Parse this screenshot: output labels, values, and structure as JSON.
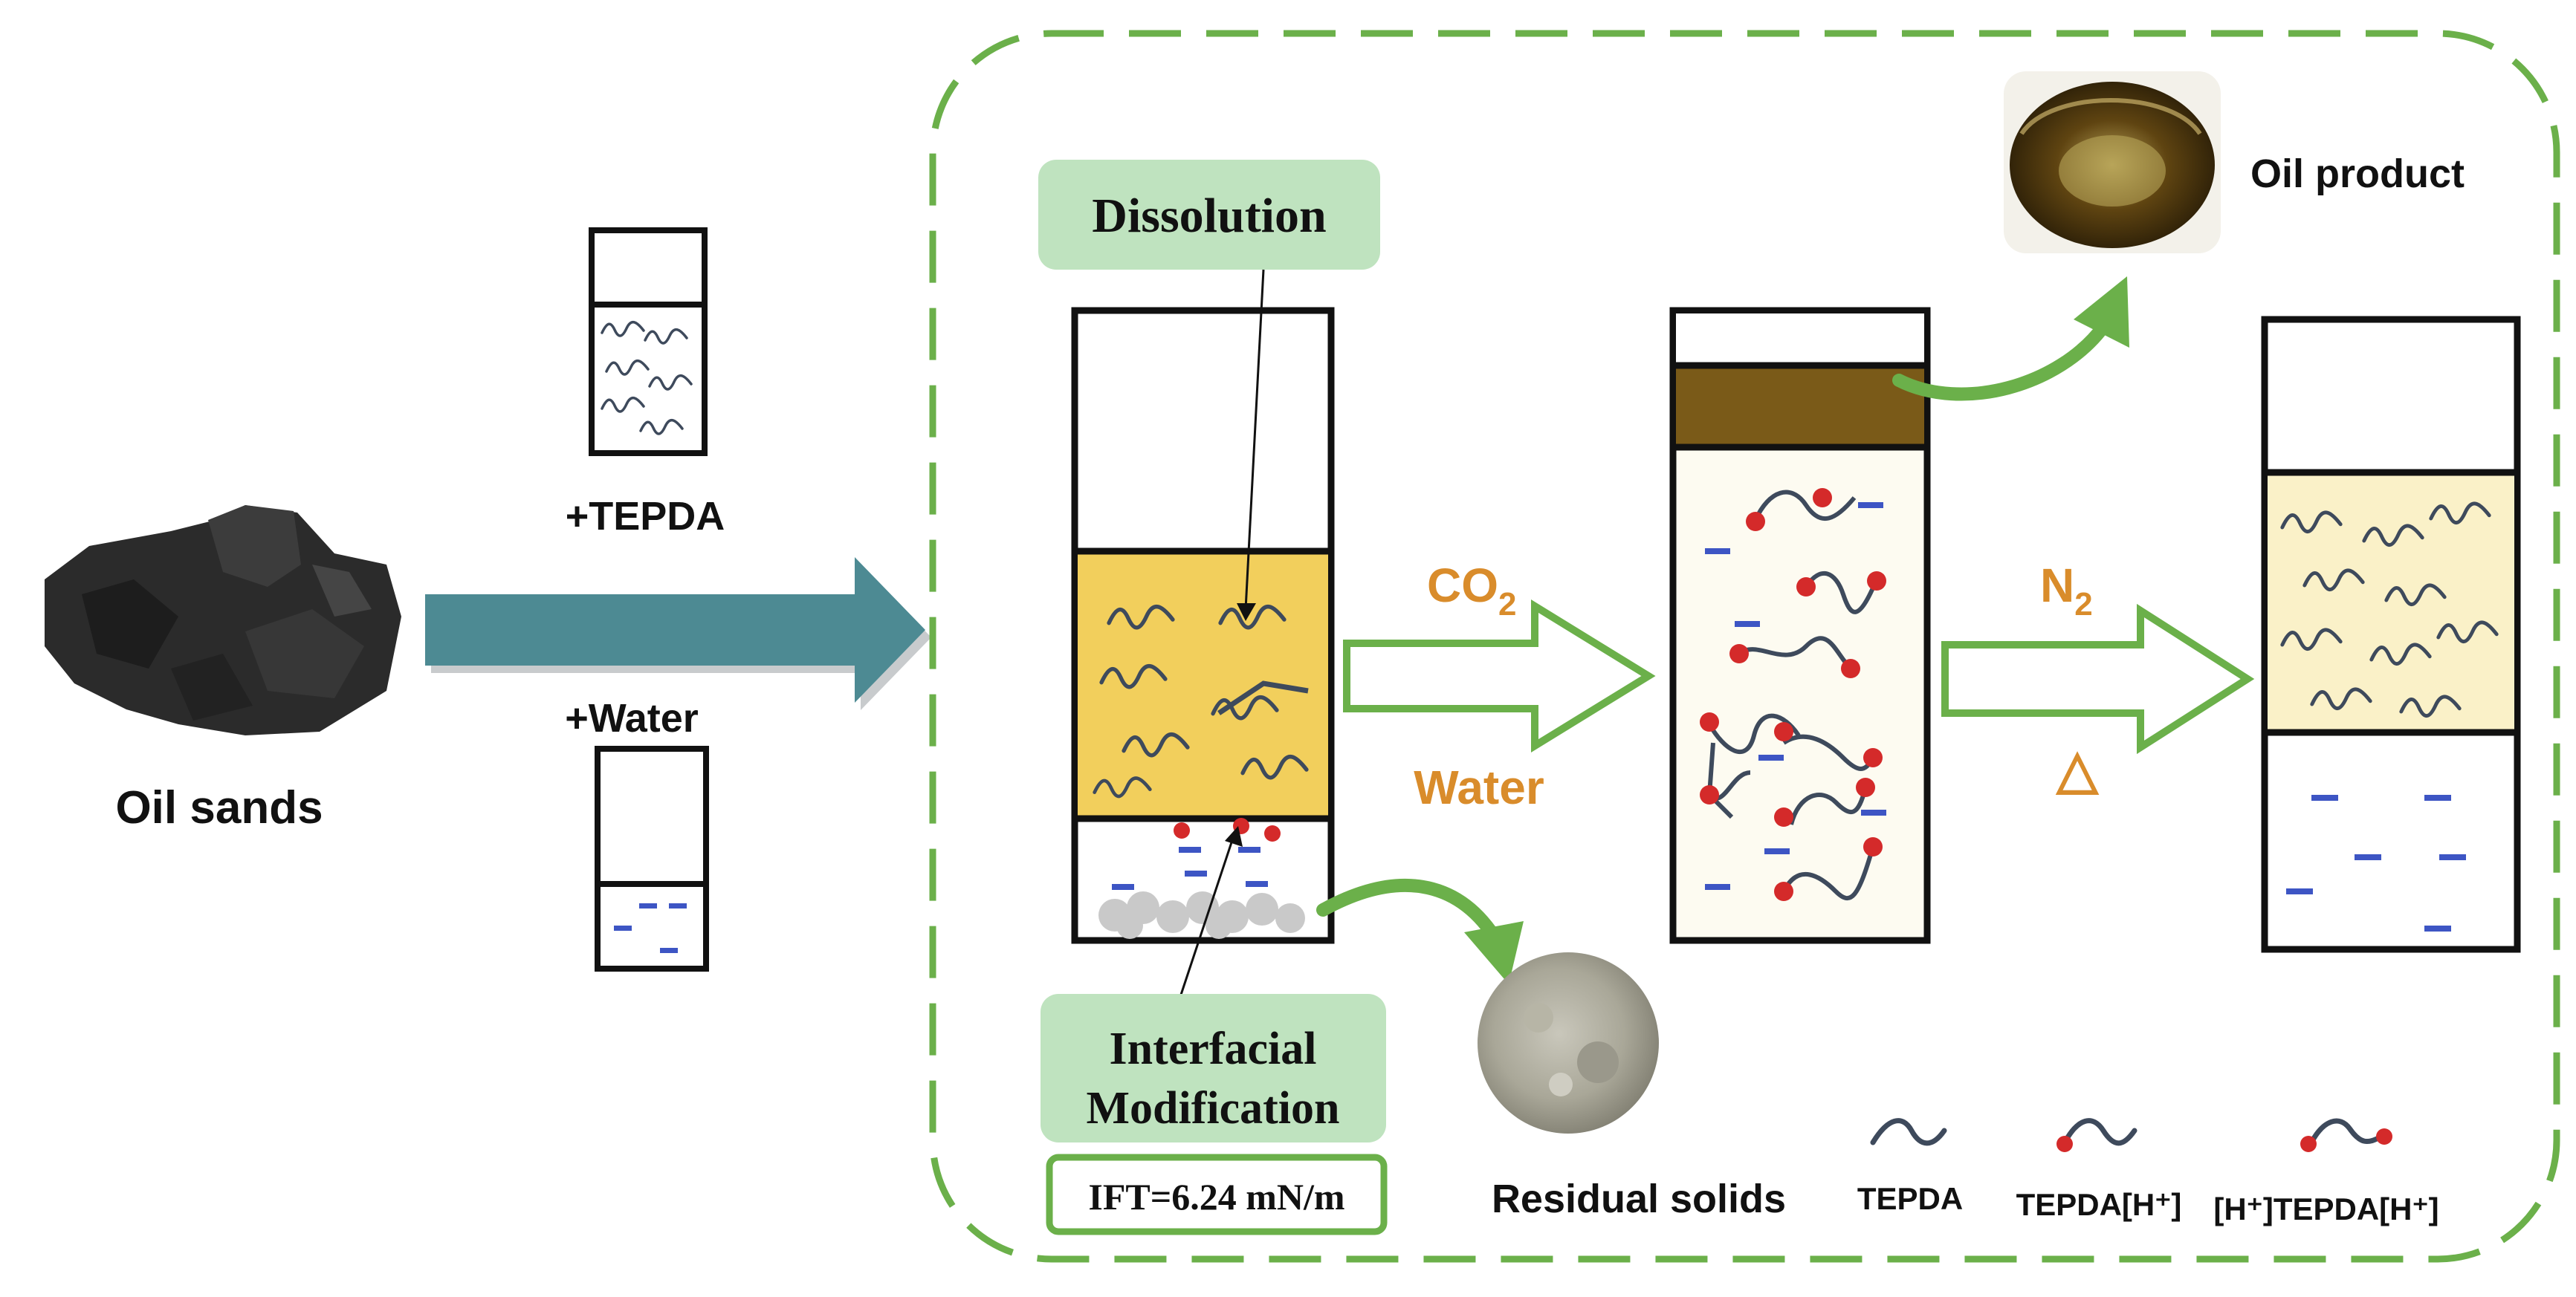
{
  "labels": {
    "oil_sands": "Oil sands",
    "tepda_add": "+TEPDA",
    "water_add": "+Water",
    "dissolution": "Dissolution",
    "co2_main": "CO",
    "co2_sub": "2",
    "water_step": "Water",
    "n2_main": "N",
    "n2_sub": "2",
    "heat_symbol": "△",
    "oil_product": "Oil product",
    "interfacial_line1": "Interfacial",
    "interfacial_line2": "Modification",
    "ift": "IFT=6.24 mN/m",
    "residual_solids": "Residual solids"
  },
  "legend": {
    "tepda": "TEPDA",
    "tepda_h": "TEPDA[H⁺]",
    "h_tepda_h": "[H⁺]TEPDA[H⁺]"
  },
  "colors": {
    "frame_green": "#6bb04a",
    "box_green": "#bfe3bf",
    "arrow_teal": "#4d8a93",
    "orange": "#d98c2b",
    "oil_yellow": "#f2cf5c",
    "oil_brown": "#7a5a18",
    "pale_yellow": "#faf1c8",
    "chain": "#3e4a5c",
    "blue_ion": "#3d55c4",
    "red_ion": "#d42a2a"
  }
}
